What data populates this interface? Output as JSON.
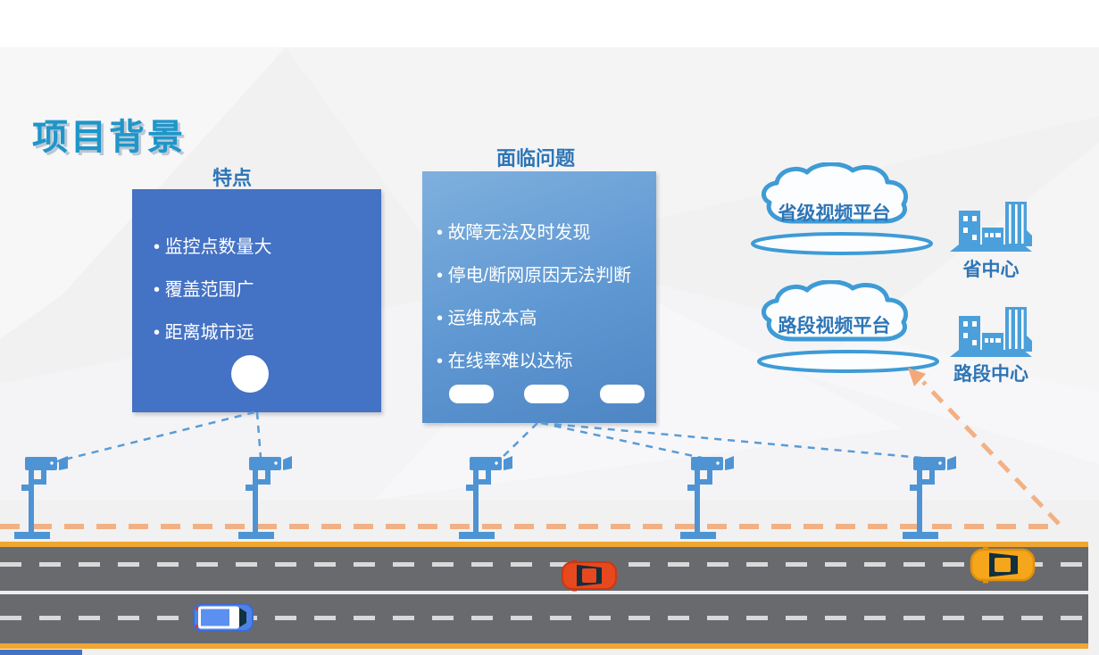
{
  "slide": {
    "title": "项目背景"
  },
  "features": {
    "label": "特点",
    "items": [
      "监控点数量大",
      "覆盖范围广",
      "距离城市远"
    ]
  },
  "problems": {
    "label": "面临问题",
    "items": [
      "故障无法及时发现",
      "停电/断网原因无法判断",
      "运维成本高",
      "在线率难以达标"
    ]
  },
  "platforms": {
    "province": {
      "cloud_label": "省级视频平台",
      "center_label": "省中心"
    },
    "road": {
      "cloud_label": "路段视频平台",
      "center_label": "路段中心"
    }
  },
  "icons": {
    "cloud": "cloud-icon",
    "building": "building-icon",
    "camera": "cctv-camera-icon",
    "cars": [
      "red-car-icon",
      "yellow-car-icon",
      "blue-van-icon"
    ]
  },
  "colors": {
    "title_blue": "#1E96C9",
    "label_blue": "#2E75B6",
    "feature_box_blue": "#4472C4",
    "problem_box_gradient_top": "#7FB0DE",
    "problem_box_gradient_bottom": "#4E86C4",
    "icon_blue": "#4BA0DB",
    "dashed_line_blue": "#5B9BD5",
    "dashed_line_orange": "#F2B184",
    "road_edge_orange": "#F0A732",
    "road_gray": "#696A6E"
  }
}
